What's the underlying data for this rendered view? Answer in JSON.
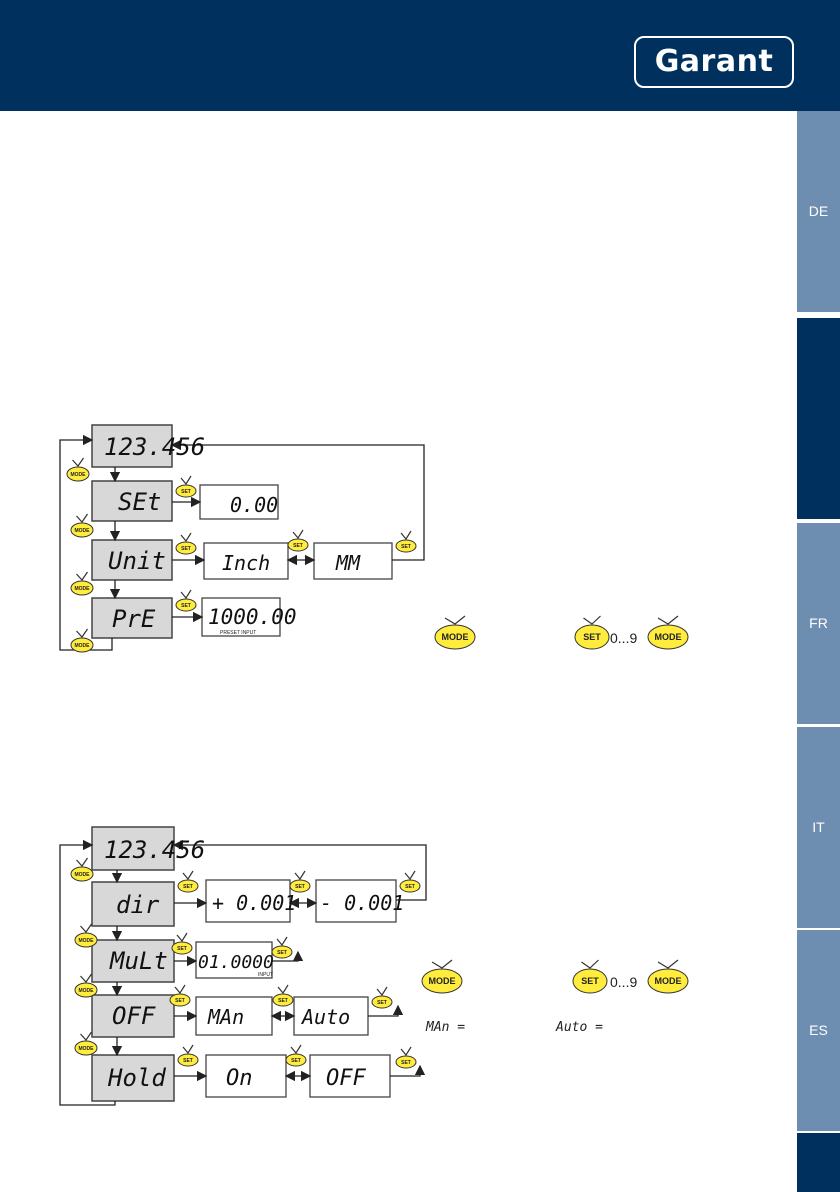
{
  "brand": {
    "logo_text": "Garant"
  },
  "language_tabs": [
    "DE",
    "",
    "FR",
    "IT",
    "ES",
    ""
  ],
  "active_tab_index": 1,
  "colors": {
    "header": "#00305e",
    "tab": "#6d8eb0",
    "tab_active": "#00305e",
    "button": "#ffec3d"
  },
  "diagram1": {
    "main_display": "123.456",
    "rows": [
      {
        "label": "SEt",
        "values": [
          "0.00"
        ]
      },
      {
        "label": "Unit",
        "values": [
          "Inch",
          "MM"
        ]
      },
      {
        "label": "PrE",
        "values": [
          "1000.00"
        ],
        "sub": "PRESET   INPUT"
      }
    ],
    "legend": {
      "mode_button": "MODE",
      "set_button": "SET",
      "digits": "0...9"
    }
  },
  "diagram2": {
    "main_display": "123.456",
    "rows": [
      {
        "label": "dir",
        "values": [
          "+ 0.001",
          "- 0.001"
        ]
      },
      {
        "label": "MuLt",
        "values": [
          "01.0000"
        ],
        "sub": "INPUT"
      },
      {
        "label": "OFF",
        "values": [
          "MAn",
          "Auto"
        ]
      },
      {
        "label": "Hold",
        "values": [
          "On",
          "OFF"
        ]
      }
    ],
    "legend": {
      "mode_button": "MODE",
      "set_button": "SET",
      "digits": "0...9",
      "man_eq": "MAn =",
      "auto_eq": "Auto ="
    }
  },
  "buttons": {
    "mode": "MODE",
    "set": "SET"
  }
}
